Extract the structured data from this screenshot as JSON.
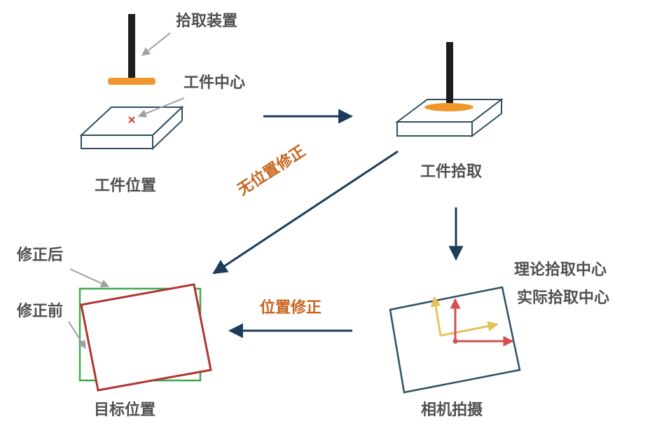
{
  "labels": {
    "pickup_device": "拾取装置",
    "workpiece_center": "工件中心",
    "workpiece_position": "工件位置",
    "workpiece_pickup": "工件拾取",
    "no_position_correction": "无位置修正",
    "after_correction": "修正后",
    "before_correction": "修正前",
    "position_correction": "位置修正",
    "theoretical_pickup_center": "理论拾取中心",
    "actual_pickup_center": "实际拾取中心",
    "target_position": "目标位置",
    "camera_capture": "相机拍摄"
  },
  "colors": {
    "rod": "#1e1e1e",
    "pickup_pad": "#f0962d",
    "block_outline": "#2d5064",
    "flow_arrow": "#1e3c5a",
    "pointer_arrow": "#a0a0a0",
    "center_mark": "#d23c3c",
    "corrected_rect": "#3caa50",
    "uncorrected_rect": "#b43232",
    "theoretical_axes": "#e6c35a",
    "actual_axes": "#d25050",
    "text": "#505050",
    "accent_text": "#c8641e"
  }
}
